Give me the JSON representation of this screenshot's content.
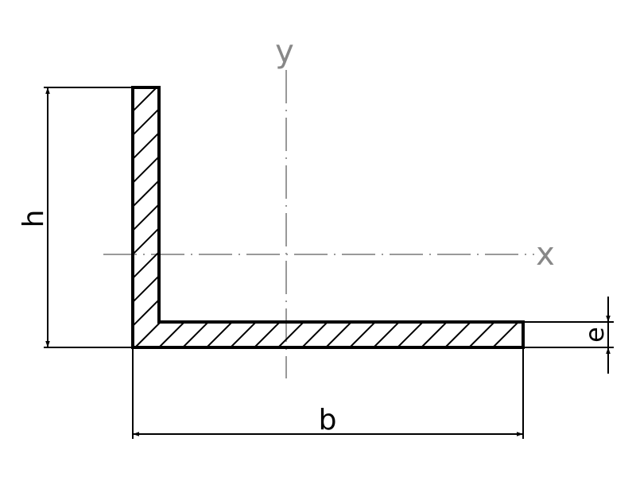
{
  "diagram": {
    "type": "engineering cross-section",
    "subject": "equal/unequal angle profile (L-section)",
    "colors": {
      "outline": "#000000",
      "hatch": "#000000",
      "centerline": "#999999",
      "axis_label": "#888888",
      "dimension": "#000000",
      "background": "#ffffff"
    },
    "axes": {
      "x_label": "x",
      "y_label": "y"
    },
    "dimensions": {
      "height_label": "h",
      "width_label": "b",
      "thickness_label": "e"
    }
  }
}
